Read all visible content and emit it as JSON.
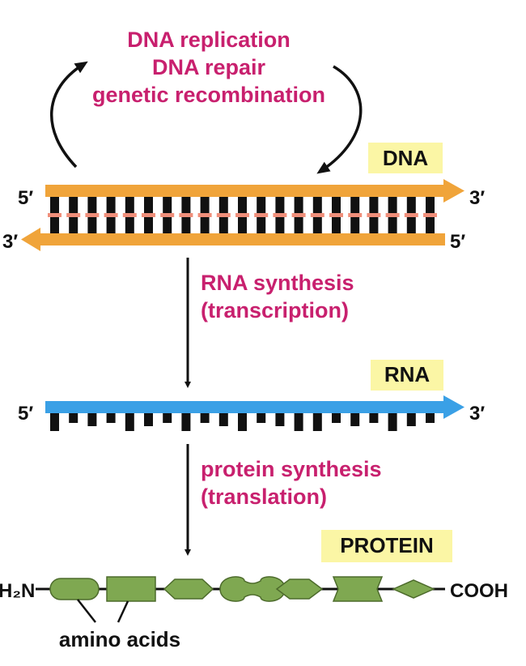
{
  "top_process": {
    "line1": "DNA replication",
    "line2": "DNA repair",
    "line3": "genetic recombination"
  },
  "dna": {
    "tag": "DNA",
    "top_left_end": "5′",
    "top_right_end": "3′",
    "bottom_left_end": "3′",
    "bottom_right_end": "5′"
  },
  "transcription": {
    "line1": "RNA synthesis",
    "line2": "(transcription)"
  },
  "rna": {
    "tag": "RNA",
    "left_end": "5′",
    "right_end": "3′"
  },
  "translation": {
    "line1": "protein synthesis",
    "line2": "(translation)"
  },
  "protein": {
    "tag": "PROTEIN",
    "n_terminus": "H₂N",
    "c_terminus": "COOH",
    "amino_acids_label": "amino acids"
  },
  "colors": {
    "process_text": "#c8206e",
    "dna_strand": "#f0a43a",
    "base_pair_link": "#f08f7a",
    "rna_strand": "#3aa0e6",
    "amino_acid": "#7fa851",
    "tag_background": "#fbf6a5",
    "ink": "#111111"
  }
}
